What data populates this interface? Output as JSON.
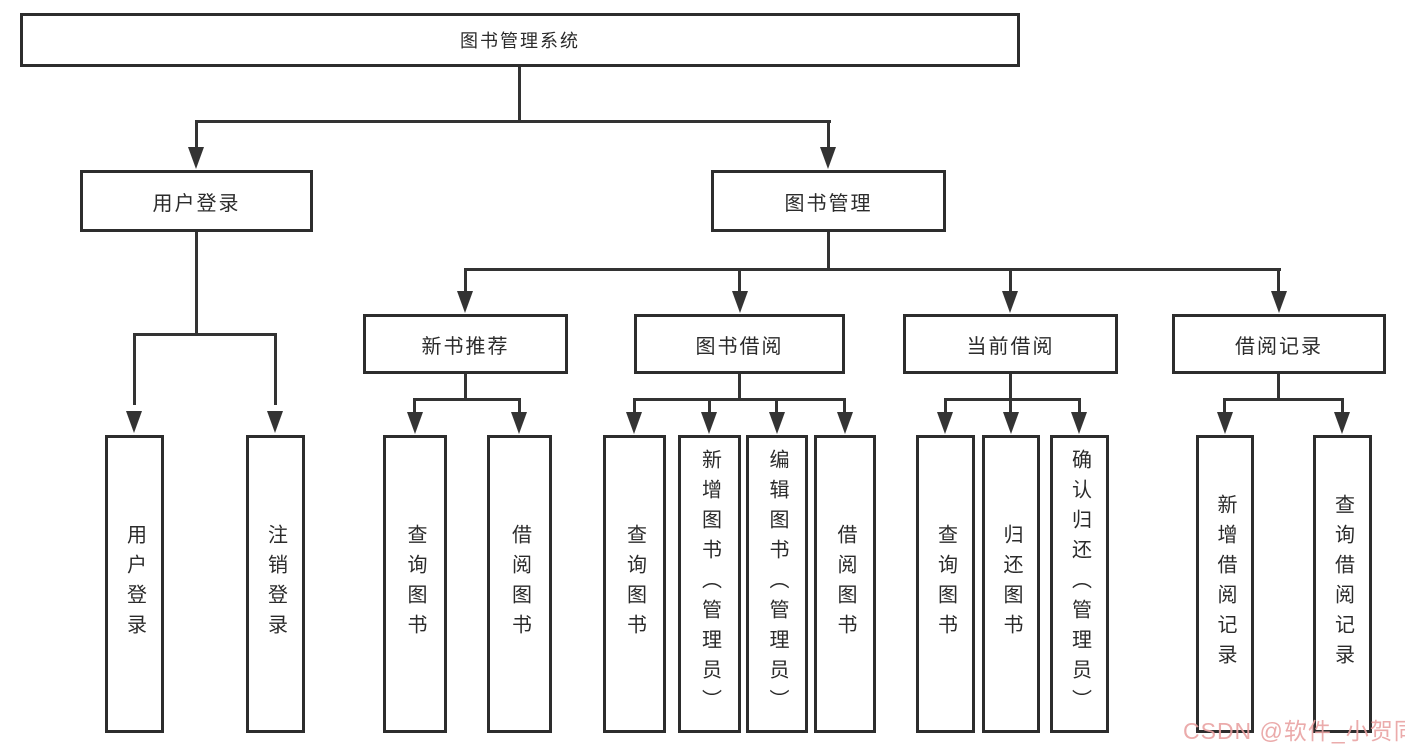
{
  "diagram": {
    "root": {
      "label": "图书管理系统"
    },
    "branches": [
      {
        "label": "用户登录",
        "children": [
          {
            "label": "用户登录"
          },
          {
            "label": "注销登录"
          }
        ]
      },
      {
        "label": "图书管理",
        "children": [
          {
            "label": "新书推荐",
            "children": [
              {
                "label": "查询图书"
              },
              {
                "label": "借阅图书"
              }
            ]
          },
          {
            "label": "图书借阅",
            "children": [
              {
                "label": "查询图书"
              },
              {
                "label": "新增图书（管理员）"
              },
              {
                "label": "编辑图书（管理员）"
              },
              {
                "label": "借阅图书"
              }
            ]
          },
          {
            "label": "当前借阅",
            "children": [
              {
                "label": "查询图书"
              },
              {
                "label": "归还图书"
              },
              {
                "label": "确认归还（管理员）"
              }
            ]
          },
          {
            "label": "借阅记录",
            "children": [
              {
                "label": "新增借阅记录"
              },
              {
                "label": "查询借阅记录"
              }
            ]
          }
        ]
      }
    ]
  },
  "watermark": {
    "text": "CSDN @软件_小贺同学",
    "color": "#E9A2A2"
  },
  "colors": {
    "line": "#333333",
    "box_border": "#2d2d2d",
    "text": "#2b2b2b",
    "background": "#ffffff"
  }
}
